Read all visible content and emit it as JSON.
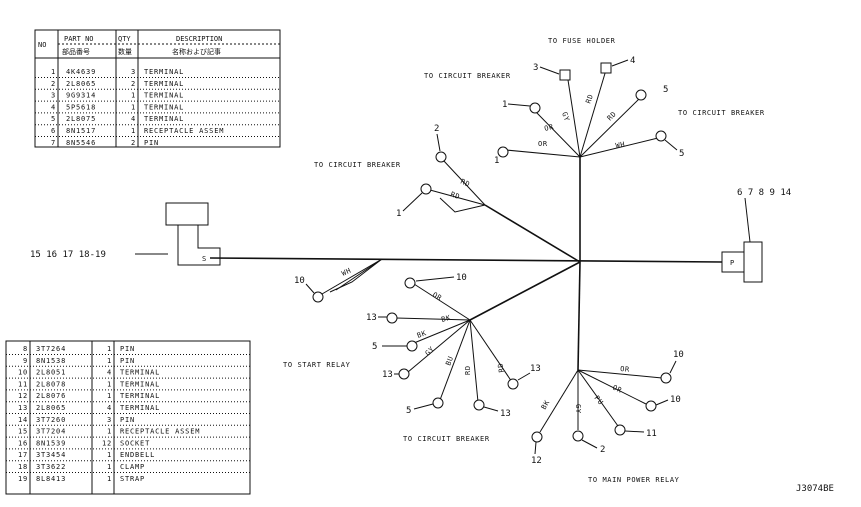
{
  "parts_table_top": {
    "headers": {
      "no": "NO",
      "part_no": "PART NO",
      "part_no_jp": "部品番号",
      "qty": "QTY",
      "qty_jp": "数量",
      "description": "DESCRIPTION",
      "description_jp": "名称および記事"
    },
    "rows": [
      {
        "no": "1",
        "part": "4K4639",
        "qty": "3",
        "desc": "TERMINAL"
      },
      {
        "no": "2",
        "part": "2L8065",
        "qty": "2",
        "desc": "TERMINAL"
      },
      {
        "no": "3",
        "part": "9G9314",
        "qty": "1",
        "desc": "TERMINAL"
      },
      {
        "no": "4",
        "part": "5P5618",
        "qty": "1",
        "desc": "TERMINAL"
      },
      {
        "no": "5",
        "part": "2L8075",
        "qty": "4",
        "desc": "TERMINAL"
      },
      {
        "no": "6",
        "part": "8N1517",
        "qty": "1",
        "desc": "RECEPTACLE ASSEM"
      },
      {
        "no": "7",
        "part": "8N5546",
        "qty": "2",
        "desc": "PIN"
      }
    ]
  },
  "parts_table_bottom": {
    "rows": [
      {
        "no": "8",
        "part": "3T7264",
        "qty": "1",
        "desc": "PIN"
      },
      {
        "no": "9",
        "part": "8N1538",
        "qty": "1",
        "desc": "PIN"
      },
      {
        "no": "10",
        "part": "2L8051",
        "qty": "4",
        "desc": "TERMINAL"
      },
      {
        "no": "11",
        "part": "2L8078",
        "qty": "1",
        "desc": "TERMINAL"
      },
      {
        "no": "12",
        "part": "2L8076",
        "qty": "1",
        "desc": "TERMINAL"
      },
      {
        "no": "13",
        "part": "2L8065",
        "qty": "4",
        "desc": "TERMINAL"
      },
      {
        "no": "14",
        "part": "3T7260",
        "qty": "3",
        "desc": "PIN"
      },
      {
        "no": "15",
        "part": "3T7204",
        "qty": "1",
        "desc": "RECEPTACLE ASSEM"
      },
      {
        "no": "16",
        "part": "8N1539",
        "qty": "12",
        "desc": "SOCKET"
      },
      {
        "no": "17",
        "part": "3T3454",
        "qty": "1",
        "desc": "ENDBELL"
      },
      {
        "no": "18",
        "part": "3T3622",
        "qty": "1",
        "desc": "CLAMP"
      },
      {
        "no": "19",
        "part": "8L8413",
        "qty": "1",
        "desc": "STRAP"
      }
    ]
  },
  "destinations": {
    "fuse_holder": "TO FUSE HOLDER",
    "circuit_breaker_top": "TO CIRCUIT BREAKER",
    "circuit_breaker_right": "TO CIRCUIT BREAKER",
    "circuit_breaker_left": "TO CIRCUIT BREAKER",
    "start_relay": "TO START RELAY",
    "circuit_breaker_bottom": "TO CIRCUIT BREAKER",
    "main_power_relay": "TO MAIN POWER RELAY"
  },
  "wire_colors": {
    "rd": "RD",
    "or": "OR",
    "wh": "WH",
    "bk": "BK",
    "pu": "PU",
    "gy": "GY",
    "bu": "BU"
  },
  "callouts": {
    "c1a": "1",
    "c1b": "1",
    "c1c": "1",
    "c2a": "2",
    "c2b": "2",
    "c3": "3",
    "c4": "4",
    "c5a": "5",
    "c5b": "5",
    "c5c": "5",
    "c5d": "5",
    "c10a": "10",
    "c10b": "10",
    "c10c": "10",
    "c10d": "10",
    "c11": "11",
    "c12": "12",
    "c13a": "13",
    "c13b": "13",
    "c13c": "13",
    "c13d": "13",
    "left_connector": "15 16 17 18-19",
    "right_connector": "6 7 8 9 14",
    "plug_s": "S",
    "plug_p": "P"
  },
  "drawing_id": "J3074BE"
}
